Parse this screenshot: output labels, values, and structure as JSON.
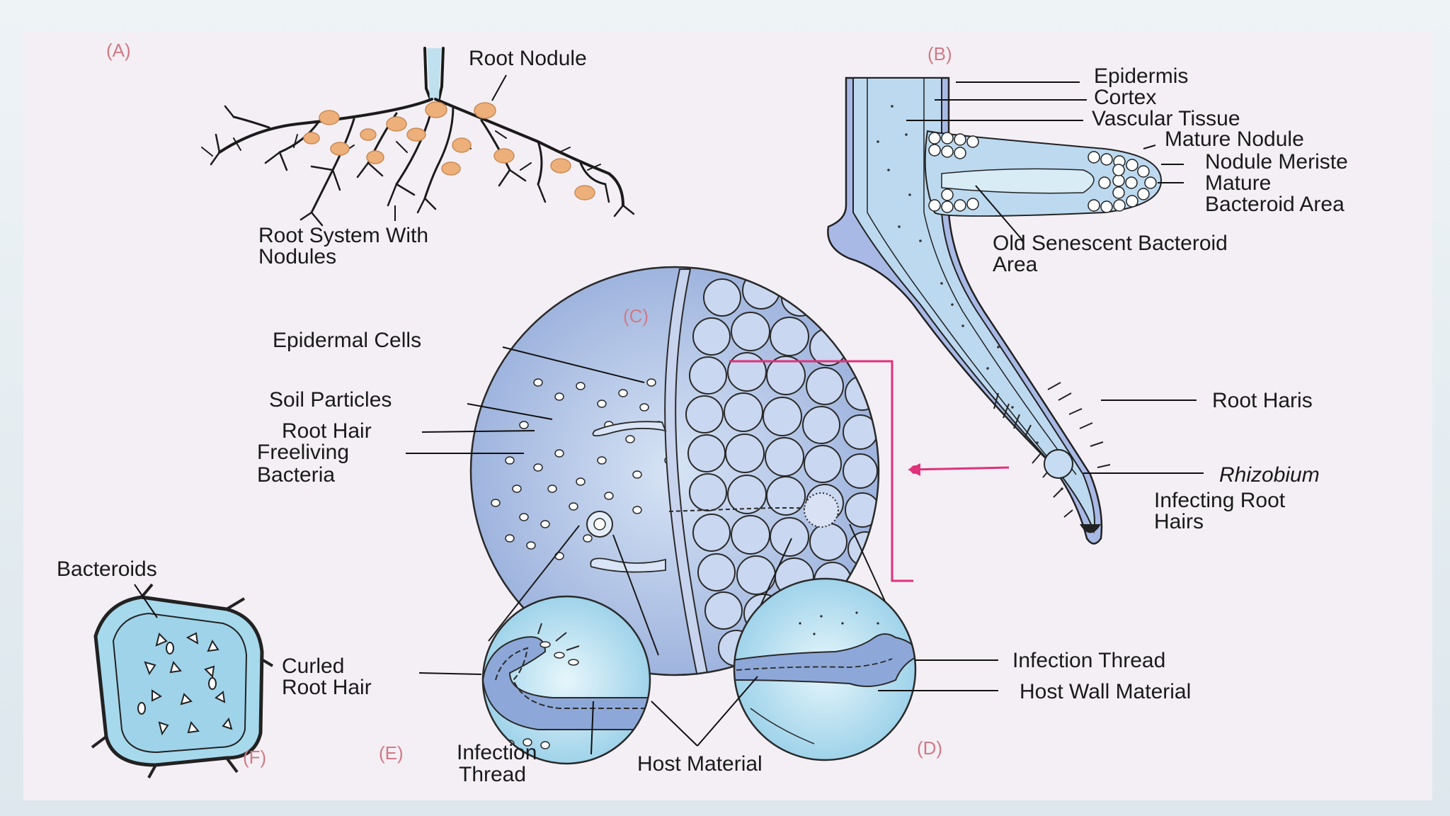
{
  "panels": {
    "a": "(A)",
    "b": "(B)",
    "c": "(C)",
    "d": "(D)",
    "e": "(E)",
    "f": "(F)"
  },
  "labels": {
    "root_nodule": "Root Nodule",
    "root_system_1": "Root System With",
    "root_system_2": "Nodules",
    "epidermis": "Epidermis",
    "cortex": "Cortex",
    "vascular_tissue": "Vascular Tissue",
    "mature_nodule": "Mature Nodule",
    "nodule_meristem": "Nodule Meriste",
    "mature_bacteroid_1": "Mature",
    "mature_bacteroid_2": "Bacteroid Area",
    "old_senescent_1": "Old Senescent Bacteroid",
    "old_senescent_2": "Area",
    "root_hairs": "Root Haris",
    "rhizobium": "Rhizobium",
    "infecting_1": "Infecting Root",
    "infecting_2": "Hairs",
    "epidermal_cells": "Epidermal Cells",
    "soil_particles": "Soil Particles",
    "root_hair": "Root Hair",
    "freeliving_1": "Freeliving",
    "freeliving_2": "Bacteria",
    "bacteroids": "Bacteroids",
    "curled_1": "Curled",
    "curled_2": "Root Hair",
    "infection_thread_e_1": "Infection",
    "infection_thread_e_2": "Thread",
    "host_material": "Host Material",
    "infection_thread_d": "Infection Thread",
    "host_wall_material": "Host Wall Material"
  },
  "colors": {
    "paper": "#f4eff5",
    "tissue": "#b7d8ef",
    "cortex_blue": "#8fb2e0",
    "nodule_orange": "#eeb07a",
    "pointer_pink": "#e0317a"
  }
}
